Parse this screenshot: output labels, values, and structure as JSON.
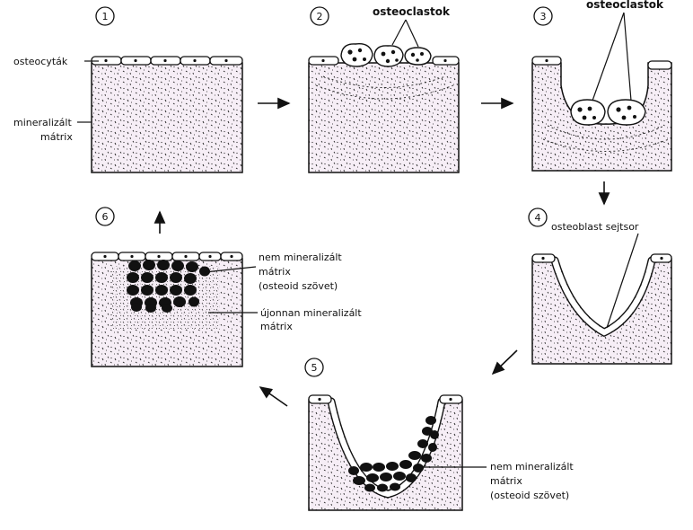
{
  "step_numbers": [
    "1",
    "2",
    "3",
    "4",
    "5",
    "6"
  ],
  "labels": {
    "osteocytes": "osteocyták",
    "mineralized_matrix_line1": "mineralizált",
    "mineralized_matrix_line2": "mátrix",
    "osteoclasts_2": "osteoclastok",
    "osteoclasts_3": "osteoclastok",
    "osteoblast_row": "osteoblast sejtsor",
    "nonmin_6_line1": "nem mineralizált",
    "nonmin_6_line2": "mátrix",
    "nonmin_6_line3": "(osteoid szövet)",
    "newmin_6_line1": "újonnan mineralizált",
    "newmin_6_line2": "mátrix",
    "nonmin_5_line1": "nem mineralizált",
    "nonmin_5_line2": "mátrix",
    "nonmin_5_line3": "(osteoid szövet)"
  },
  "colors": {
    "ink": "#111111",
    "matrix_fill": "#f6eef6",
    "background": "#ffffff"
  }
}
